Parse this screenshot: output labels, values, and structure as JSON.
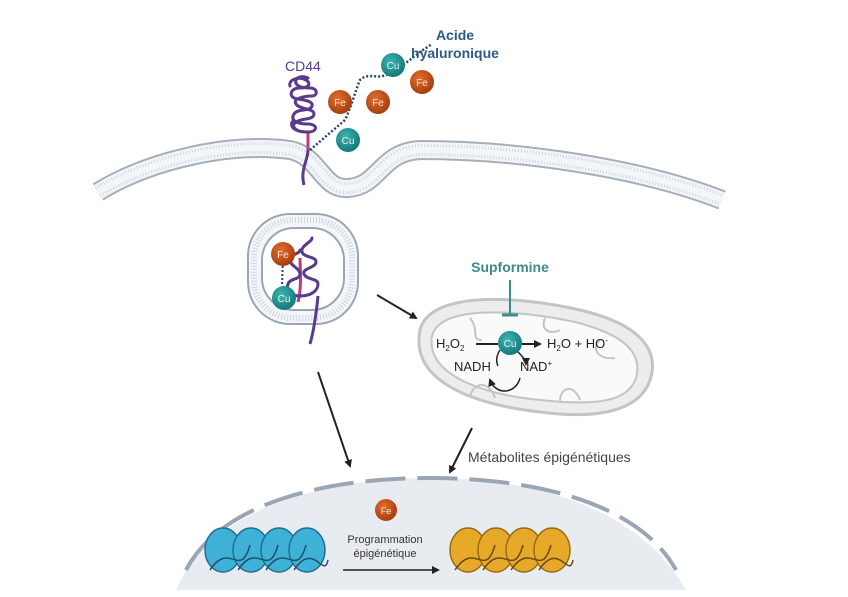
{
  "labels": {
    "cd44": "CD44",
    "hyaluronic_acid_line1": "Acide",
    "hyaluronic_acid_line2": "hyaluronique",
    "supformine": "Supformine",
    "h2o2_main": "H",
    "h2o2_sub1": "2",
    "h2o2_o": "O",
    "h2o2_sub2": "2",
    "product_h": "H",
    "product_sub": "2",
    "product_rest": "O + HO",
    "product_sup": "-",
    "nadh": "NADH",
    "nad": "NAD",
    "nad_sup": "+",
    "epigenetic_metabolites": "Métabolites épigénétiques",
    "epigenetic_programming_line1": "Programmation",
    "epigenetic_programming_line2": "épigénétique"
  },
  "ions": {
    "copper": "Cu",
    "iron": "Fe"
  },
  "colors": {
    "copper": "#1f8f8f",
    "iron": "#c4531a",
    "cd44": "#5a3a8c",
    "label_blue": "#2b5a86",
    "supformine": "#3d8a8a",
    "membrane": "#a9b4c2",
    "mito_fill": "#efefef",
    "mito_stroke": "#c8c8c8",
    "nucleus": "#e8ecf0",
    "nucleosome_before": "#3fb1d6",
    "nucleosome_after": "#e6a92a",
    "arrow": "#222222"
  }
}
